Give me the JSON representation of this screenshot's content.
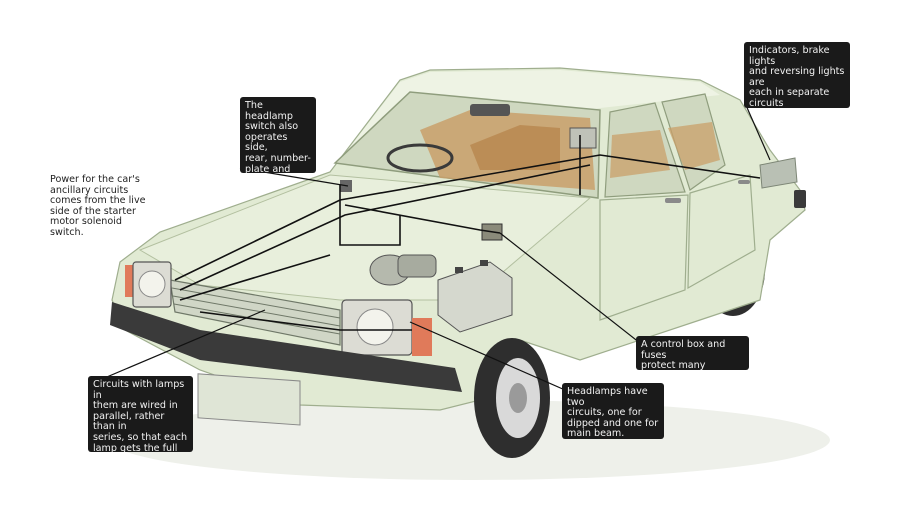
{
  "labels": {
    "indicators": "Indicators, brake lights\nand reversing lights are\neach in separate circuits\nwith their respective\nswitches.",
    "headlamp_switch": "The headlamp\nswitch also\noperates side,\nrear, number-\nplate and panel\nlights.",
    "power": "Power for the car's\nancillary circuits\ncomes from the live\nside of the starter\nmotor solenoid\nswitch.",
    "control_box": "A control box and fuses\nprotect many circuits.",
    "headlamps": "Headlamps have two\ncircuits, one for\ndipped and one for\nmain beam.",
    "circuits_parallel": "Circuits with lamps in\nthem are wired in\nparallel, rather than in\nseries, so that each\nlamp gets the full\nmeasure of current."
  },
  "colors": {
    "body": "#e1ead3",
    "body_shade": "#c7d3b6",
    "interior": "#c9a06a",
    "tyre": "#2e2e2e",
    "bumper": "#3a3a3a",
    "wire": "#111111",
    "callout_bg": "#1a1a1a"
  }
}
